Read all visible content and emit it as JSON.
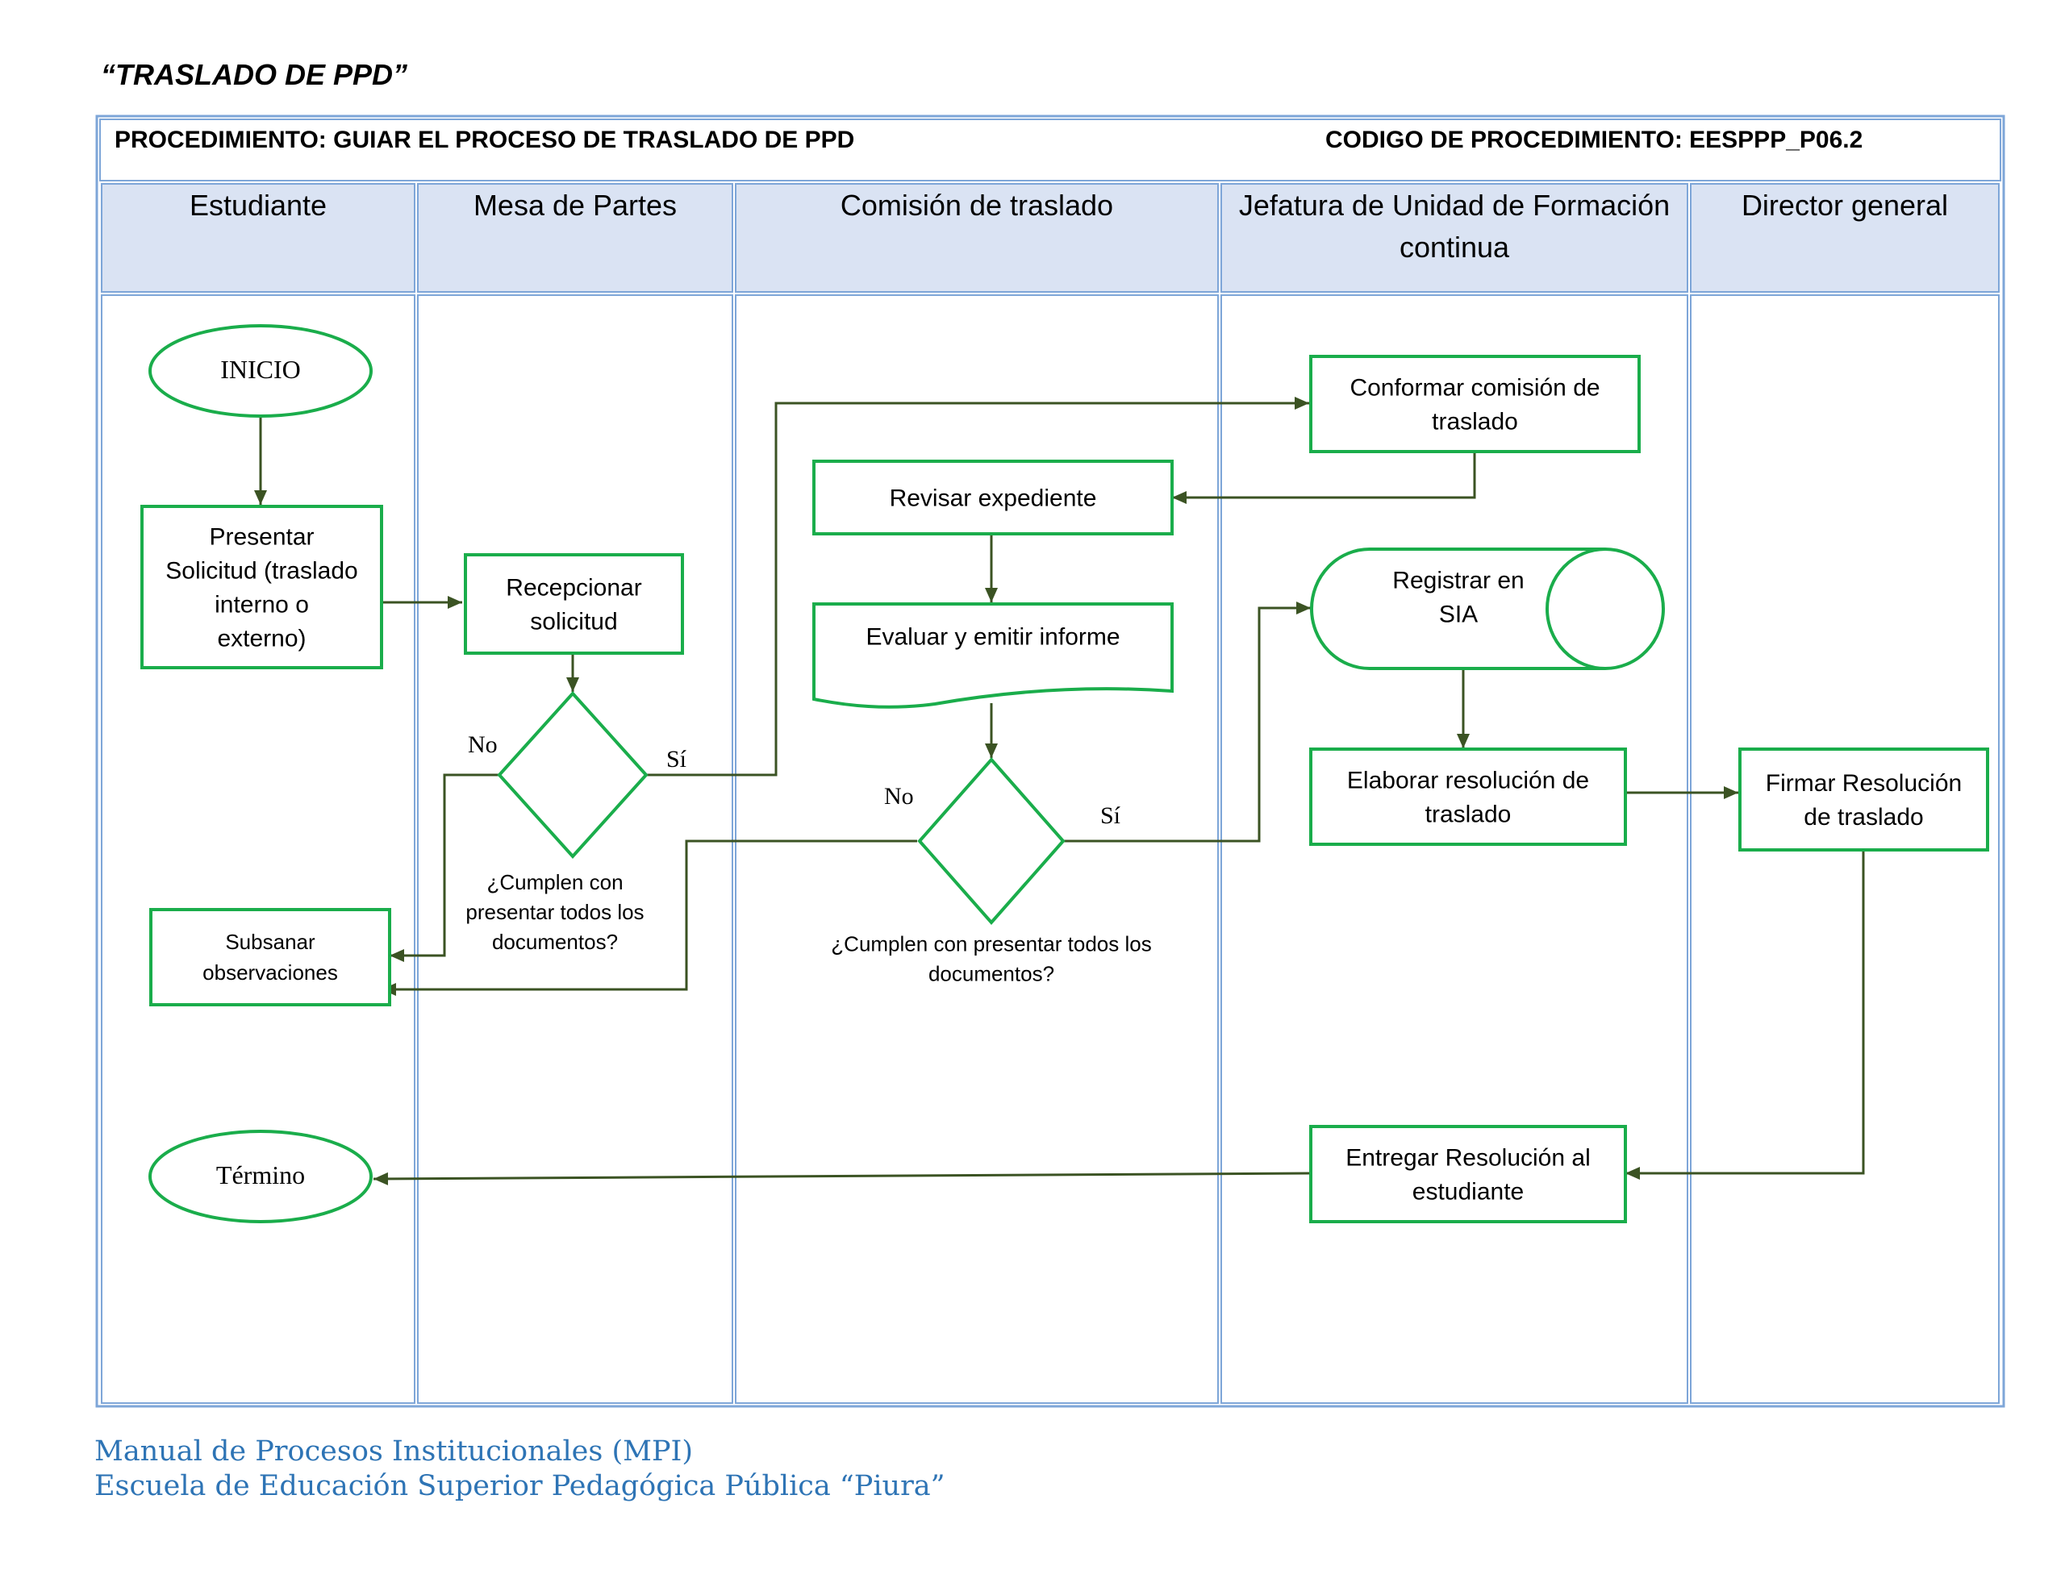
{
  "title": "“TRASLADO DE PPD”",
  "header": {
    "procedure": "PROCEDIMIENTO:  GUIAR EL PROCESO DE TRASLADO DE PPD",
    "code": "CODIGO DE PROCEDIMIENTO: EESPPP_P06.2"
  },
  "lanes": [
    {
      "lines": [
        "Estudiante"
      ]
    },
    {
      "lines": [
        "Mesa de Partes"
      ]
    },
    {
      "lines": [
        "Comisión de traslado"
      ]
    },
    {
      "lines": [
        "Jefatura de Unidad de Formación",
        "continua"
      ]
    },
    {
      "lines": [
        "Director general"
      ]
    }
  ],
  "nodes": {
    "inicio": {
      "lines": [
        "INICIO"
      ]
    },
    "presentar": {
      "lines": [
        "Presentar",
        "Solicitud (traslado",
        "interno o",
        "externo)"
      ]
    },
    "recepcionar": {
      "lines": [
        "Recepcionar",
        "solicitud"
      ]
    },
    "decision1": {
      "lines": [
        "¿Cumplen con",
        "presentar todos los",
        "documentos?"
      ]
    },
    "subsanar": {
      "lines": [
        "Subsanar",
        "observaciones"
      ]
    },
    "conformar": {
      "lines": [
        "Conformar comisión de",
        "traslado"
      ]
    },
    "revisar": {
      "lines": [
        "Revisar expediente"
      ]
    },
    "evaluar": {
      "lines": [
        "Evaluar y emitir informe"
      ]
    },
    "decision2": {
      "lines": [
        "¿Cumplen con presentar todos los",
        "documentos?"
      ]
    },
    "registrar": {
      "lines": [
        "Registrar en",
        "SIA"
      ]
    },
    "elaborar": {
      "lines": [
        "Elaborar resolución de",
        "traslado"
      ]
    },
    "firmar": {
      "lines": [
        "Firmar Resolución",
        "de traslado"
      ]
    },
    "entregar": {
      "lines": [
        "Entregar Resolución al",
        "estudiante"
      ]
    },
    "termino": {
      "lines": [
        "Término"
      ]
    }
  },
  "edge_labels": {
    "d1_no": "No",
    "d1_si": "Sí",
    "d2_no": "No",
    "d2_si": "Sí"
  },
  "footer": {
    "line1": "Manual de Procesos Institucionales (MPI)",
    "line2": "Escuela de Educación Superior Pedagógica Pública “Piura”"
  },
  "colors": {
    "node_border": "#1aad4b",
    "arrow": "#3b5323",
    "lane_border": "#7ea6d8",
    "lane_header_bg": "#dae3f3",
    "footer_text": "#2e74b5"
  }
}
